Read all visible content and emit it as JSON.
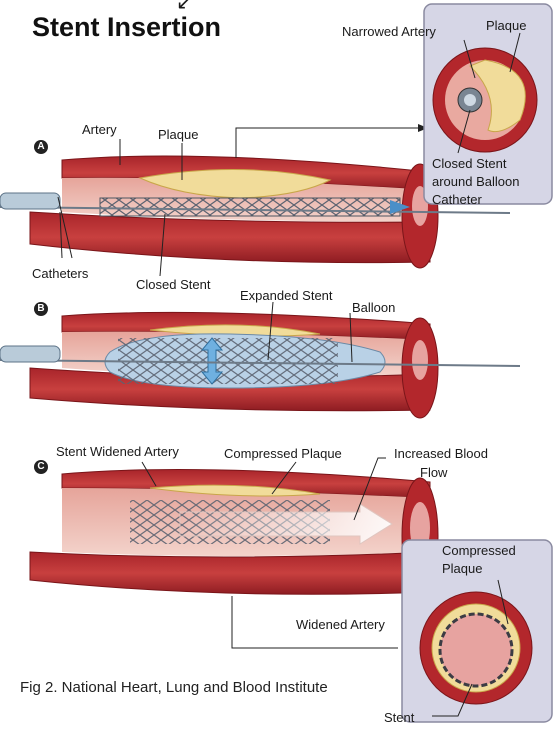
{
  "title": "Stent Insertion",
  "caption": "Fig 2. National Heart, Lung and Blood Institute",
  "panel_a": {
    "badge": "A",
    "labels": {
      "artery": "Artery",
      "plaque": "Plaque",
      "catheters": "Catheters",
      "closed_stent": "Closed Stent"
    },
    "inset": {
      "narrowed_artery": "Narrowed Artery",
      "plaque": "Plaque",
      "closed_stent_line1": "Closed Stent",
      "closed_stent_line2": "around Balloon",
      "closed_stent_line3": "Catheter"
    }
  },
  "panel_b": {
    "badge": "B",
    "labels": {
      "expanded_stent": "Expanded Stent",
      "balloon": "Balloon"
    }
  },
  "panel_c": {
    "badge": "C",
    "labels": {
      "stent_widened_artery": "Stent Widened Artery",
      "compressed_plaque": "Compressed Plaque",
      "increased_blood_line1": "Increased Blood",
      "increased_blood_line2": "Flow",
      "widened_artery": "Widened Artery",
      "stent": "Stent"
    },
    "inset": {
      "compressed_plaque_line1": "Compressed",
      "compressed_plaque_line2": "Plaque"
    }
  },
  "colors": {
    "artery_outer": "#b3272c",
    "artery_inner": "#d9837a",
    "plaque": "#f1dc9a",
    "stent": "#6f7580",
    "balloon": "#b9d1e6",
    "inset_bg": "#d6d6e6"
  }
}
